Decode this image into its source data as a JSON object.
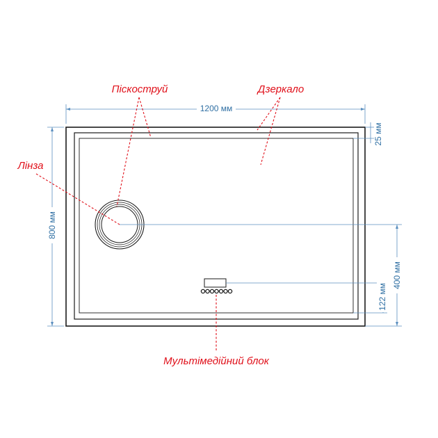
{
  "dimensions": {
    "width": "1200 мм",
    "height": "800 мм",
    "edge_inset": "25 мм",
    "lens_height": "400 мм",
    "multimedia_height": "122 мм"
  },
  "callouts": {
    "sandblast": "Піскоструй",
    "mirror": "Дзеркало",
    "lens": "Лінза",
    "multimedia_block": "Мультімедійний блок"
  },
  "colors": {
    "frame": "#1a1a1a",
    "dimension": "#2f6fa3",
    "callout": "#e0101a"
  }
}
